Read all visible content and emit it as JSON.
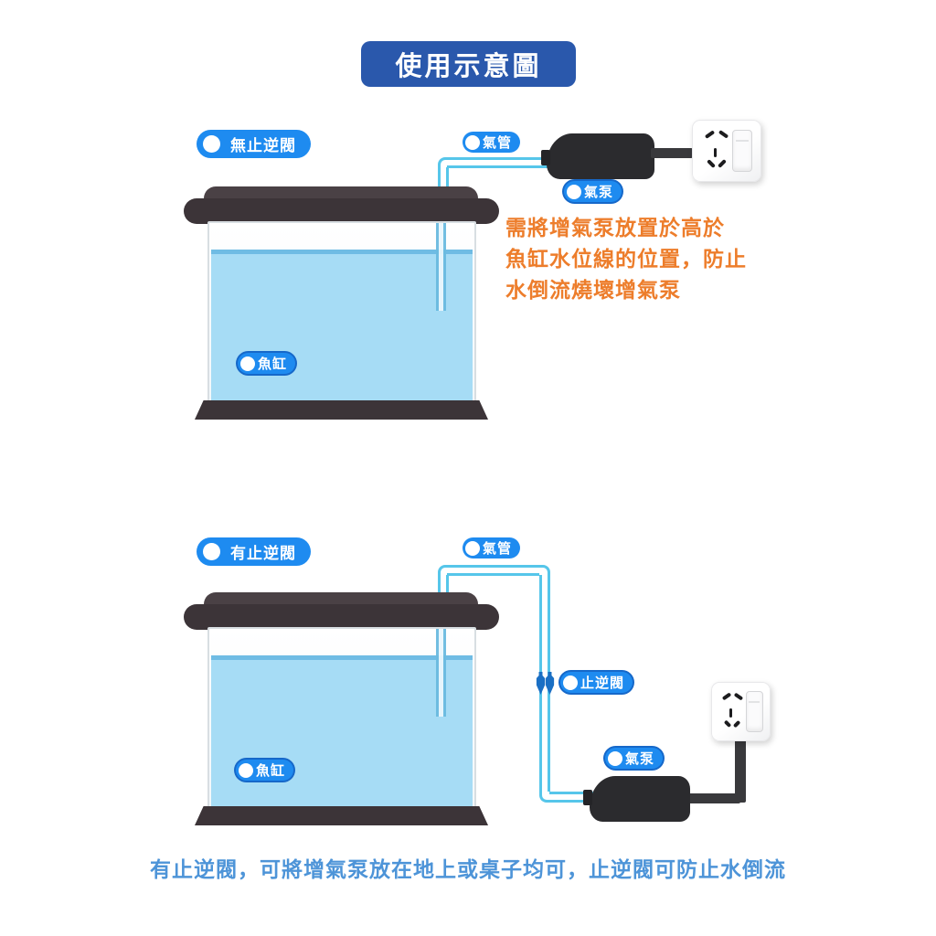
{
  "title": "使用示意圖",
  "top": {
    "scenario_label": "無止逆閥",
    "tube_label": "氣管",
    "pump_label": "氣泵",
    "tank_label": "魚缸",
    "warning_lines": [
      "需將增氣泵放置於高於",
      "魚缸水位線的位置，防止",
      "水倒流燒壞增氣泵"
    ]
  },
  "bottom": {
    "scenario_label": "有止逆閥",
    "tube_label": "氣管",
    "valve_label": "止逆閥",
    "pump_label": "氣泵",
    "tank_label": "魚缸",
    "caption": "有止逆閥，可將增氣泵放在地上或桌子均可，止逆閥可防止水倒流"
  },
  "colors": {
    "banner_blue": "#2A58AC",
    "pill_blue": "#1E8BF0",
    "tube_cyan": "#56C6EA",
    "valve_dark_blue": "#1A6FC4",
    "water_blue": "#A6DCF5",
    "warning_orange": "#ED7D2B",
    "caption_blue": "#4D94D8",
    "tank_dark": "#3C3438",
    "pump_black": "#2B2B2E"
  }
}
